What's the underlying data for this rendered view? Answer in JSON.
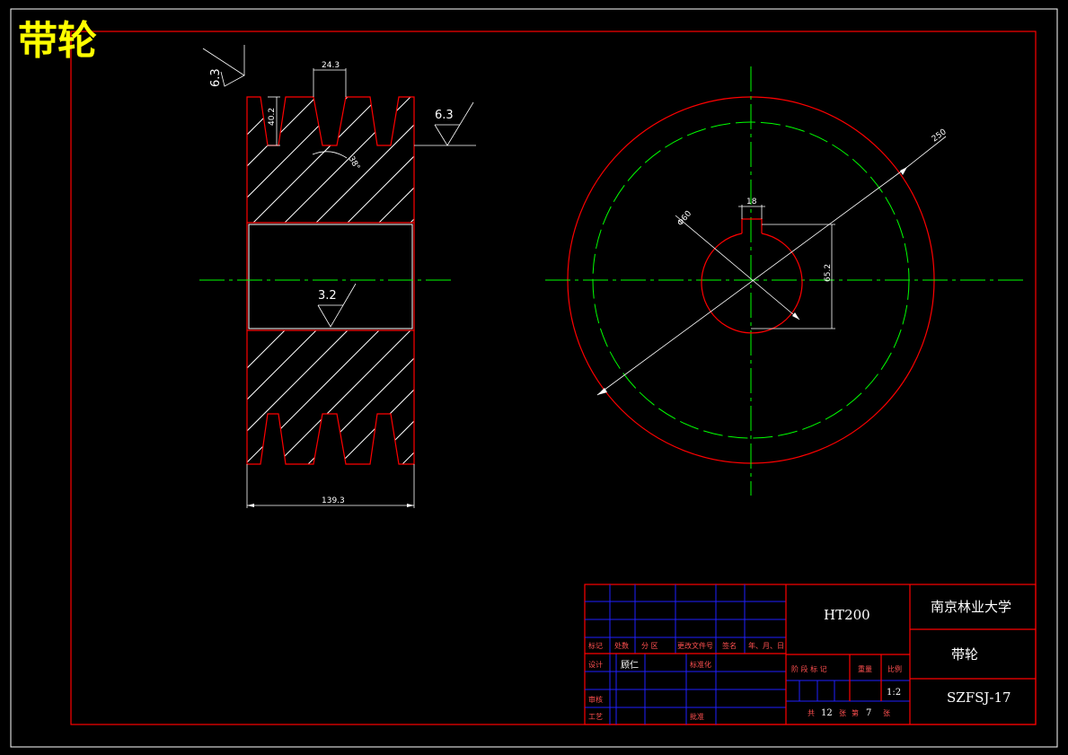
{
  "drawing_title": "带轮",
  "colors": {
    "background": "#000000",
    "outline": "#ff0000",
    "title_block_grid": "#2020ff",
    "center_line": "#00ff00",
    "line": "#ffffff",
    "title": "#ffff00"
  },
  "section_view": {
    "roughness_top_left": "6.3",
    "roughness_top_right": "6.3",
    "roughness_bore": "3.2",
    "groove_width": "24.3",
    "groove_depth": "40.2",
    "groove_angle": "38°",
    "overall_width": "139.3"
  },
  "end_view": {
    "outer_diameter": "250",
    "bore_diameter": "Φ60",
    "key_width": "18",
    "key_depth": "65.2"
  },
  "title_block": {
    "material": "HT200",
    "school": "南京林业大学",
    "part_name": "带轮",
    "drawing_code": "SZFSJ-17",
    "scale": "1:2",
    "headers": [
      "标记",
      "处数",
      "分 区",
      "更改文件号",
      "签名",
      "年、月、日"
    ],
    "row_design_label": "设计",
    "designer": "顾仁",
    "standardization_label": "标准化",
    "review_label": "审核",
    "craft_label": "工艺",
    "approve_label": "批准",
    "stage_label": "阶 段 标 记",
    "weight_label": "重量",
    "scale_label": "比例",
    "sheets_total_label": "共",
    "sheets_total": "12",
    "sheets_unit_a": "张",
    "sheet_no_label": "第",
    "sheet_no": "7",
    "sheets_unit_b": "张"
  }
}
